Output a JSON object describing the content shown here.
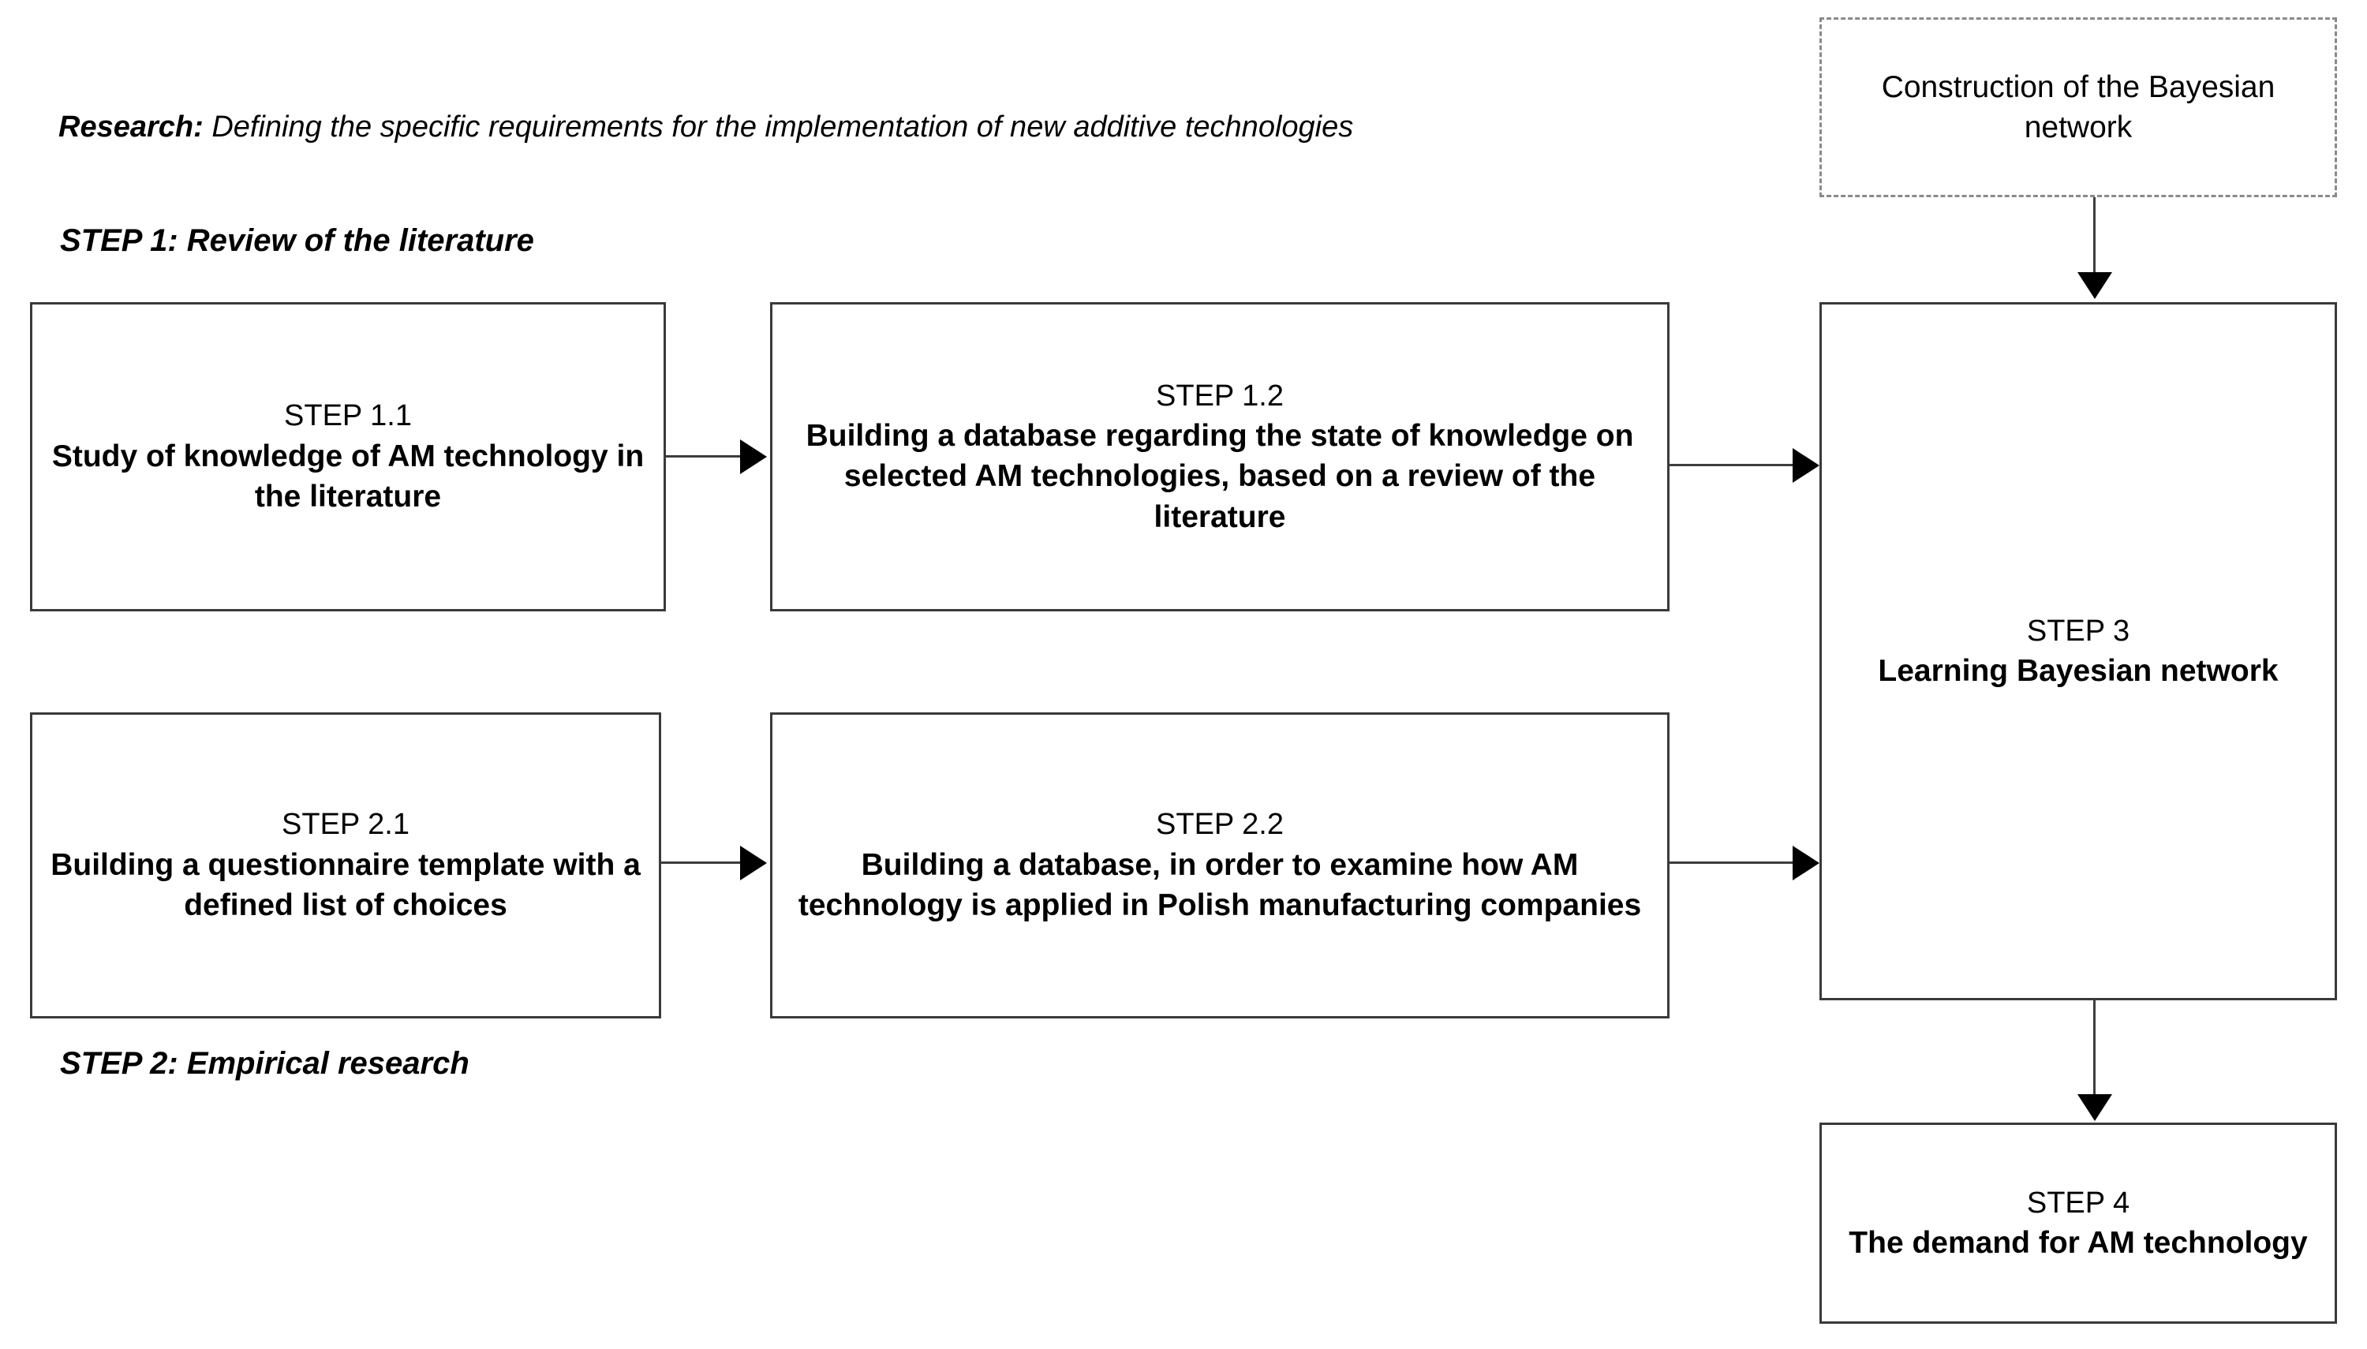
{
  "captions": {
    "research_label": "Research:",
    "research_text": " Defining the specific requirements for the implementation of new additive technologies",
    "step1_label": "STEP 1: Review of the literature",
    "step2_label": "STEP 2: Empirical research"
  },
  "nodes": {
    "construction": {
      "title": "Construction of the Bayesian network",
      "style": "dashed"
    },
    "step_1_1": {
      "id": "STEP 1.1",
      "title": "Study of knowledge of AM technology in the literature"
    },
    "step_1_2": {
      "id": "STEP 1.2",
      "title": "Building a database regarding the state of knowledge on selected AM technologies, based on a review of the literature"
    },
    "step_2_1": {
      "id": "STEP 2.1",
      "title": "Building a questionnaire template with a defined list of choices"
    },
    "step_2_2": {
      "id": "STEP 2.2",
      "title": "Building a database, in order to examine how AM technology is applied in Polish manufacturing companies"
    },
    "step_3": {
      "id": "STEP 3",
      "title": "Learning Bayesian network"
    },
    "step_4": {
      "id": "STEP 4",
      "title": "The demand for AM technology"
    }
  },
  "edges": [
    {
      "from": "step_1_1",
      "to": "step_1_2",
      "direction": "right"
    },
    {
      "from": "step_1_2",
      "to": "step_3",
      "direction": "right"
    },
    {
      "from": "step_2_1",
      "to": "step_2_2",
      "direction": "right"
    },
    {
      "from": "step_2_2",
      "to": "step_3",
      "direction": "right"
    },
    {
      "from": "construction",
      "to": "step_3",
      "direction": "down"
    },
    {
      "from": "step_3",
      "to": "step_4",
      "direction": "down"
    }
  ],
  "colors": {
    "background": "#ffffff",
    "box_border": "#3a3a3a",
    "dashed_border": "#8a8a8a",
    "connector": "#3d3d3d",
    "arrowhead": "#000000",
    "text": "#000000"
  }
}
